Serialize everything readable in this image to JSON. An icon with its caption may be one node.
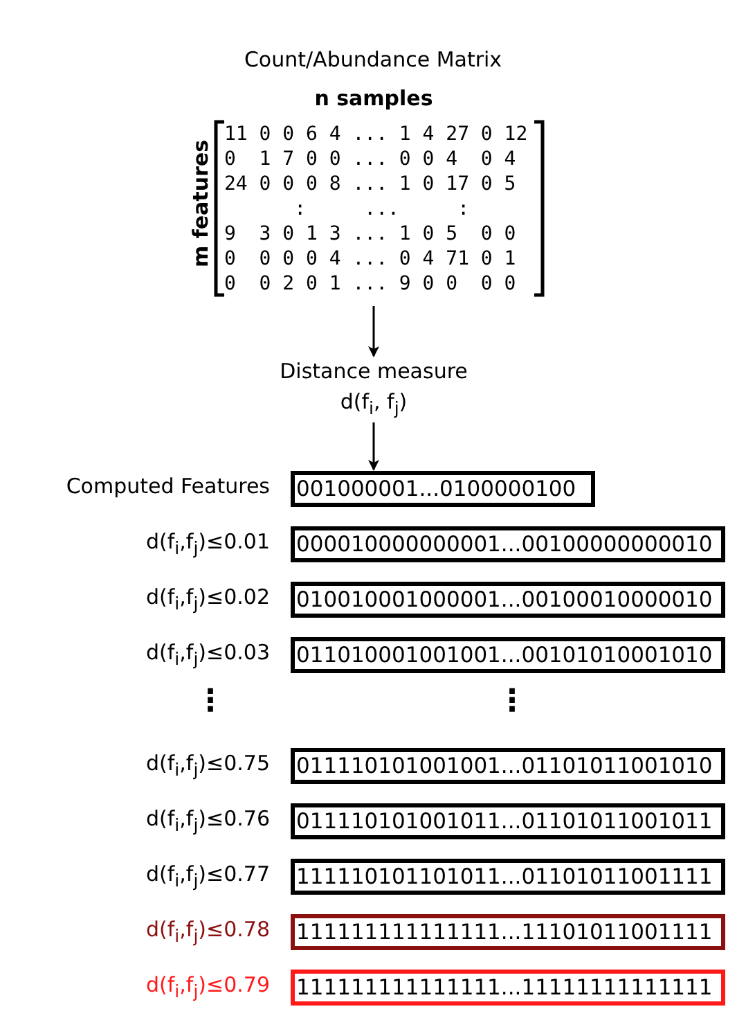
{
  "diagram": {
    "title": "Count/Abundance Matrix",
    "nodes": [
      {
        "text": [
          "n samples",
          "m features",
          "11 0 0 6 4 ... 1 4 27 0 12",
          "0  1 7 0 0 ... 0 0 4  0 4",
          "24 0 0 0 8 ... 1 0 17 0 5",
          "      :     ...     :",
          "9  3 0 1 3 ... 1 0 5  0 0",
          "0  0 0 0 4 ... 0 4 71 0 1",
          "0  0 2 0 1 ... 9 0 0  0 0"
        ]
      },
      {
        "text": [
          "Distance measure",
          "d(f$_{i}$, f$_{j}$)"
        ]
      },
      {
        "text": [
          "001000001...0100000100"
        ],
        "beside": [
          "Computed Features"
        ]
      },
      {
        "text": [
          "000010000000001...00100000000010"
        ],
        "beside": [
          "d(f$_{i}$,f$_{j}$)≤0.01"
        ]
      },
      {
        "text": [
          "010010001000001...00100010000010"
        ],
        "beside": [
          "d(f$_{i}$,f$_{j}$)≤0.02"
        ]
      },
      {
        "text": [
          "011010001001001...00101010001010"
        ],
        "beside": [
          "d(f$_{i}$,f$_{j}$)≤0.03"
        ]
      },
      {
        "text": [
          "011110101001001...01101011001010"
        ],
        "beside": [
          "d(f$_{i}$,f$_{j}$)≤0.75"
        ]
      },
      {
        "text": [
          "011110101001011...01101011001011"
        ],
        "beside": [
          "d(f$_{i}$,f$_{j}$)≤0.76"
        ]
      },
      {
        "text": [
          "111110101101011...01101011001111"
        ],
        "beside": [
          "d(f$_{i}$,f$_{j}$)≤0.77"
        ]
      },
      {
        "text": [
          "111111111111111...11101011001111"
        ],
        "beside": [
          "d(f$_{i}$,f$_{j}$)≤0.78"
        ]
      },
      {
        "text": [
          "111111111111111...11111111111111"
        ],
        "beside": [
          "d(f$_{i}$,f$_{j}$)≤0.79"
        ]
      }
    ],
    "edges": [
      {
        "from": 0,
        "to": 1,
        "arrow": "to"
      },
      {
        "from": 1,
        "to": 2,
        "arrow": "to"
      }
    ],
    "labels": [
      "⋮",
      "⋮"
    ]
  }
}
